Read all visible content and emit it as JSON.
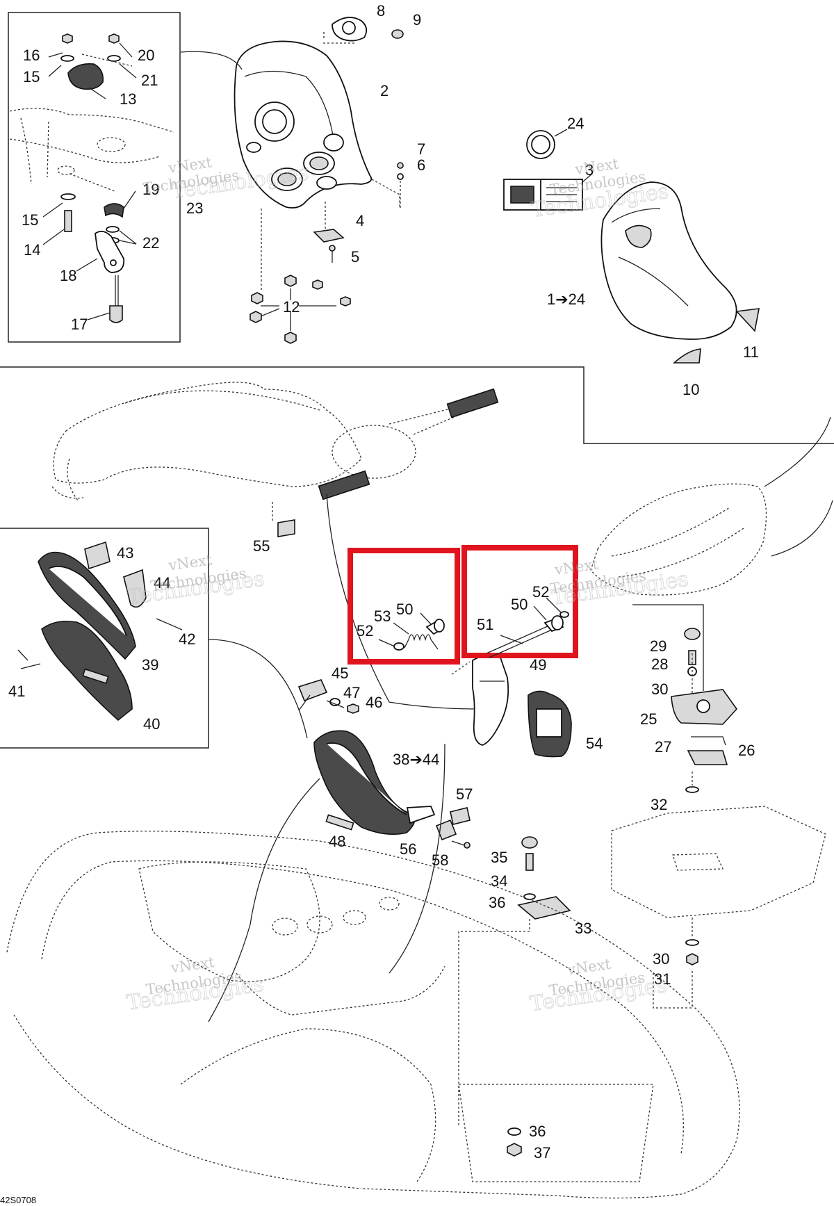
{
  "diagram": {
    "callouts": {
      "c1_24": "1➔24",
      "c2": "2",
      "c3": "3",
      "c4": "4",
      "c5": "5",
      "c6": "6",
      "c7": "7",
      "c8": "8",
      "c9": "9",
      "c10": "10",
      "c11": "11",
      "c12": "12",
      "c13": "13",
      "c14": "14",
      "c15a": "15",
      "c15b": "15",
      "c16": "16",
      "c17": "17",
      "c18": "18",
      "c19": "19",
      "c20": "20",
      "c21": "21",
      "c22": "22",
      "c23": "23",
      "c24": "24",
      "c25": "25",
      "c26": "26",
      "c27": "27",
      "c28": "28",
      "c29": "29",
      "c30a": "30",
      "c30b": "30",
      "c31": "31",
      "c32": "32",
      "c33": "33",
      "c34": "34",
      "c35": "35",
      "c36a": "36",
      "c36b": "36",
      "c37": "37",
      "c38_44": "38➔44",
      "c39": "39",
      "c40": "40",
      "c41": "41",
      "c42": "42",
      "c43": "43",
      "c44": "44",
      "c45": "45",
      "c46": "46",
      "c47": "47",
      "c48": "48",
      "c49": "49",
      "c50a": "50",
      "c50b": "50",
      "c51": "51",
      "c52a": "52",
      "c52b": "52",
      "c53": "53",
      "c54": "54",
      "c55": "55",
      "c56": "56",
      "c57": "57",
      "c58": "58"
    },
    "watermark_line1": "vNext",
    "watermark_line2": "Technologies",
    "watermark_big": "Technologies",
    "figure_reference": "42S0708",
    "highlight_color": "#e0141e"
  }
}
